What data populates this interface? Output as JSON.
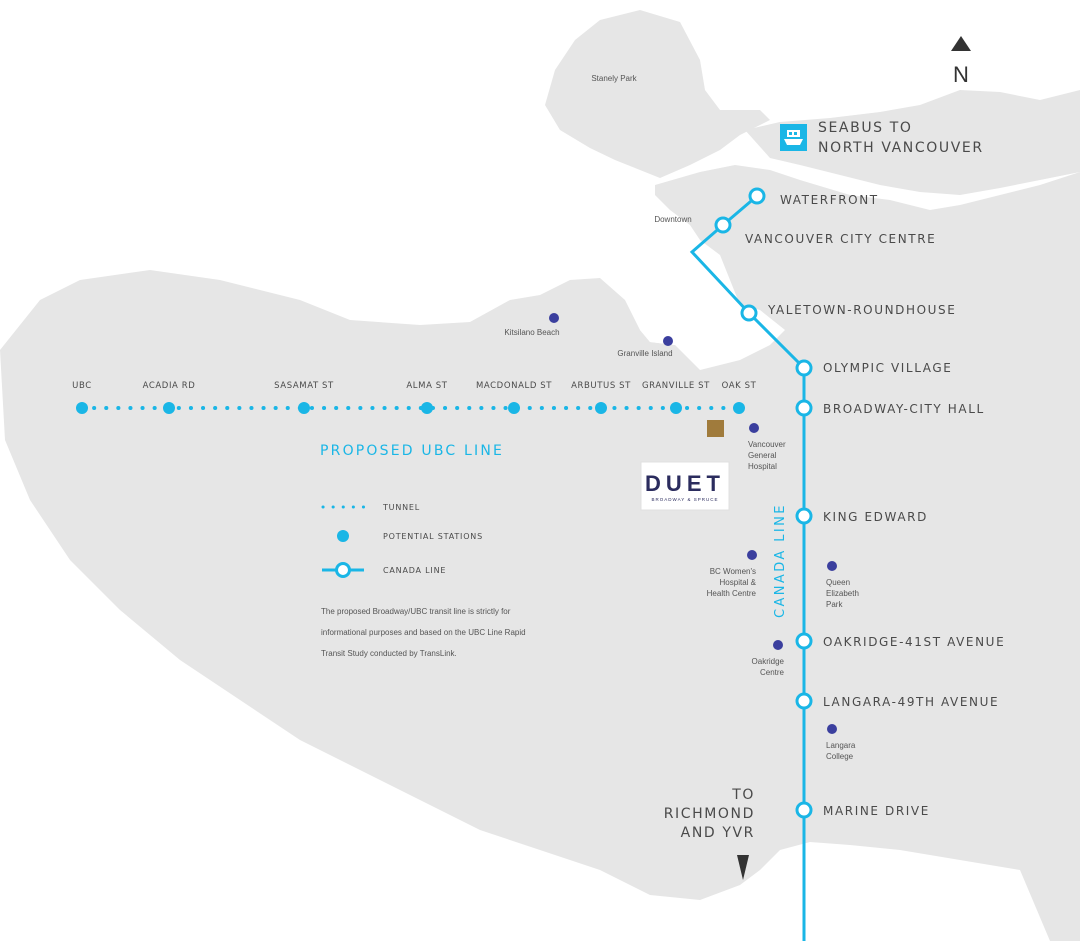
{
  "colors": {
    "land": "#e6e6e6",
    "line": "#1ab6e6",
    "poi": "#3b3f9e",
    "text": "#4a4a4a",
    "duet_marker": "#a07b3c",
    "duet_text": "#2b2c5e"
  },
  "compass": {
    "letter": "N",
    "icon": "north-arrow-icon"
  },
  "seabus": {
    "icon": "ferry-icon",
    "line1": "SEABUS TO",
    "line2": "NORTH VANCOUVER"
  },
  "canada_line": {
    "name": "CANADA LINE",
    "stations": [
      {
        "id": "waterfront",
        "label": "WATERFRONT"
      },
      {
        "id": "vancouver-city-centre",
        "label": "VANCOUVER CITY CENTRE"
      },
      {
        "id": "yaletown-roundhouse",
        "label": "YALETOWN-ROUNDHOUSE"
      },
      {
        "id": "olympic-village",
        "label": "OLYMPIC VILLAGE"
      },
      {
        "id": "broadway-city-hall",
        "label": "BROADWAY-CITY HALL"
      },
      {
        "id": "king-edward",
        "label": "KING EDWARD"
      },
      {
        "id": "oakridge-41st",
        "label": "OAKRIDGE-41ST AVENUE"
      },
      {
        "id": "langara-49th",
        "label": "LANGARA-49TH AVENUE"
      },
      {
        "id": "marine-drive",
        "label": "MARINE DRIVE"
      }
    ]
  },
  "ubc_line": {
    "name": "PROPOSED UBC LINE",
    "stations": [
      {
        "id": "ubc",
        "label": "UBC"
      },
      {
        "id": "acadia",
        "label": "ACADIA RD"
      },
      {
        "id": "sasamat",
        "label": "SASAMAT ST"
      },
      {
        "id": "alma",
        "label": "ALMA ST"
      },
      {
        "id": "macdonald",
        "label": "MACDONALD ST"
      },
      {
        "id": "arbutus",
        "label": "ARBUTUS ST"
      },
      {
        "id": "granville",
        "label": "GRANVILLE ST"
      },
      {
        "id": "oak",
        "label": "OAK ST"
      }
    ]
  },
  "places": {
    "stanley_park": "Stanely Park",
    "downtown": "Downtown",
    "kitsilano": "Kitsilano Beach",
    "granville_island": "Granville Island",
    "vgh": [
      "Vancouver",
      "General",
      "Hospital"
    ],
    "bc_womens": [
      "BC Women's",
      "Hospital &",
      "Health Centre"
    ],
    "queen_elizabeth": [
      "Queen",
      "Elizabeth",
      "Park"
    ],
    "oakridge_centre": [
      "Oakridge",
      "Centre"
    ],
    "langara_college": [
      "Langara",
      "College"
    ]
  },
  "duet": {
    "name": "DUET",
    "tagline": "BROADWAY & SPRUCE"
  },
  "legend": {
    "tunnel": "TUNNEL",
    "stations": "POTENTIAL STATIONS",
    "canada": "CANADA LINE"
  },
  "note": [
    "The proposed Broadway/UBC transit line is strictly for",
    "informational purposes and based on the UBC Line Rapid",
    "Transit Study conducted by TransLink."
  ],
  "richmond": [
    "TO",
    "RICHMOND",
    "AND YVR"
  ]
}
